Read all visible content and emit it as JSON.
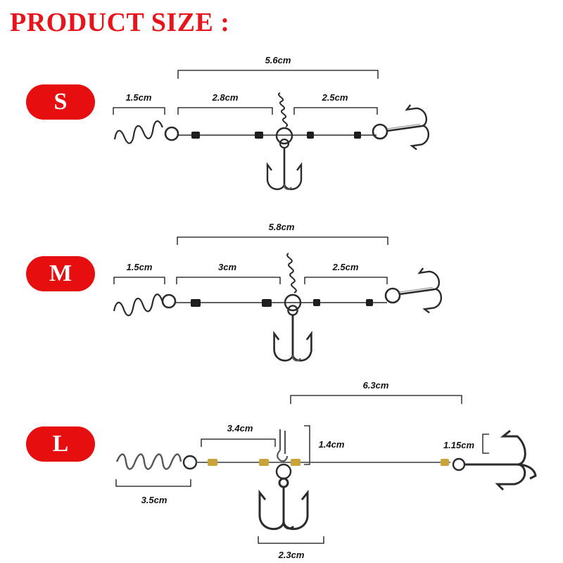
{
  "title": "PRODUCT SIZE :",
  "sizes": [
    {
      "label": "S",
      "total": "5.6cm",
      "screw": "1.5cm",
      "left_seg": "2.8cm",
      "right_seg": "2.5cm"
    },
    {
      "label": "M",
      "total": "5.8cm",
      "screw": "1.5cm",
      "left_seg": "3cm",
      "right_seg": "2.5cm"
    },
    {
      "label": "L",
      "total": "6.3cm",
      "left_seg": "3.4cm",
      "center_height": "1.4cm",
      "tail_hook": "1.15cm",
      "screw": "3.5cm",
      "hook_width": "2.3cm"
    }
  ],
  "colors": {
    "title": "#e8141b",
    "pill": "#e60e0e",
    "wire": "#2b2b2b",
    "brass": "#c8a43a"
  }
}
